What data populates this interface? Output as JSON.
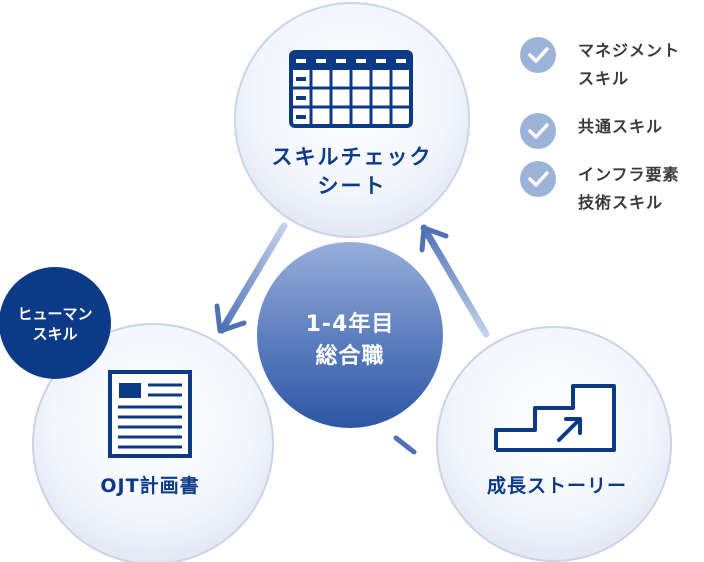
{
  "center": {
    "line1": "1-4年目",
    "line2": "総合職"
  },
  "nodes": {
    "top": {
      "line1": "スキルチェック",
      "line2": "シート",
      "icon": "calendar-grid-icon"
    },
    "left": {
      "label": "OJT計画書",
      "icon": "document-icon"
    },
    "right": {
      "label": "成長ストーリー",
      "icon": "stairs-up-icon"
    }
  },
  "badge": {
    "line1": "ヒューマン",
    "line2": "スキル"
  },
  "legend": {
    "items": [
      {
        "text": "マネジメント\nスキル",
        "icon": "check-icon"
      },
      {
        "text": "共通スキル",
        "icon": "check-icon"
      },
      {
        "text": "インフラ要素\n技術スキル",
        "icon": "check-icon"
      }
    ]
  },
  "colors": {
    "navy": "#0d3a86",
    "mid_blue": "#3f63a8",
    "check_circle": "#9cb2d8",
    "circle_border": "#c9d4e8",
    "arrow": "#8aa4d0",
    "legend_text": "#3a3a3a"
  }
}
